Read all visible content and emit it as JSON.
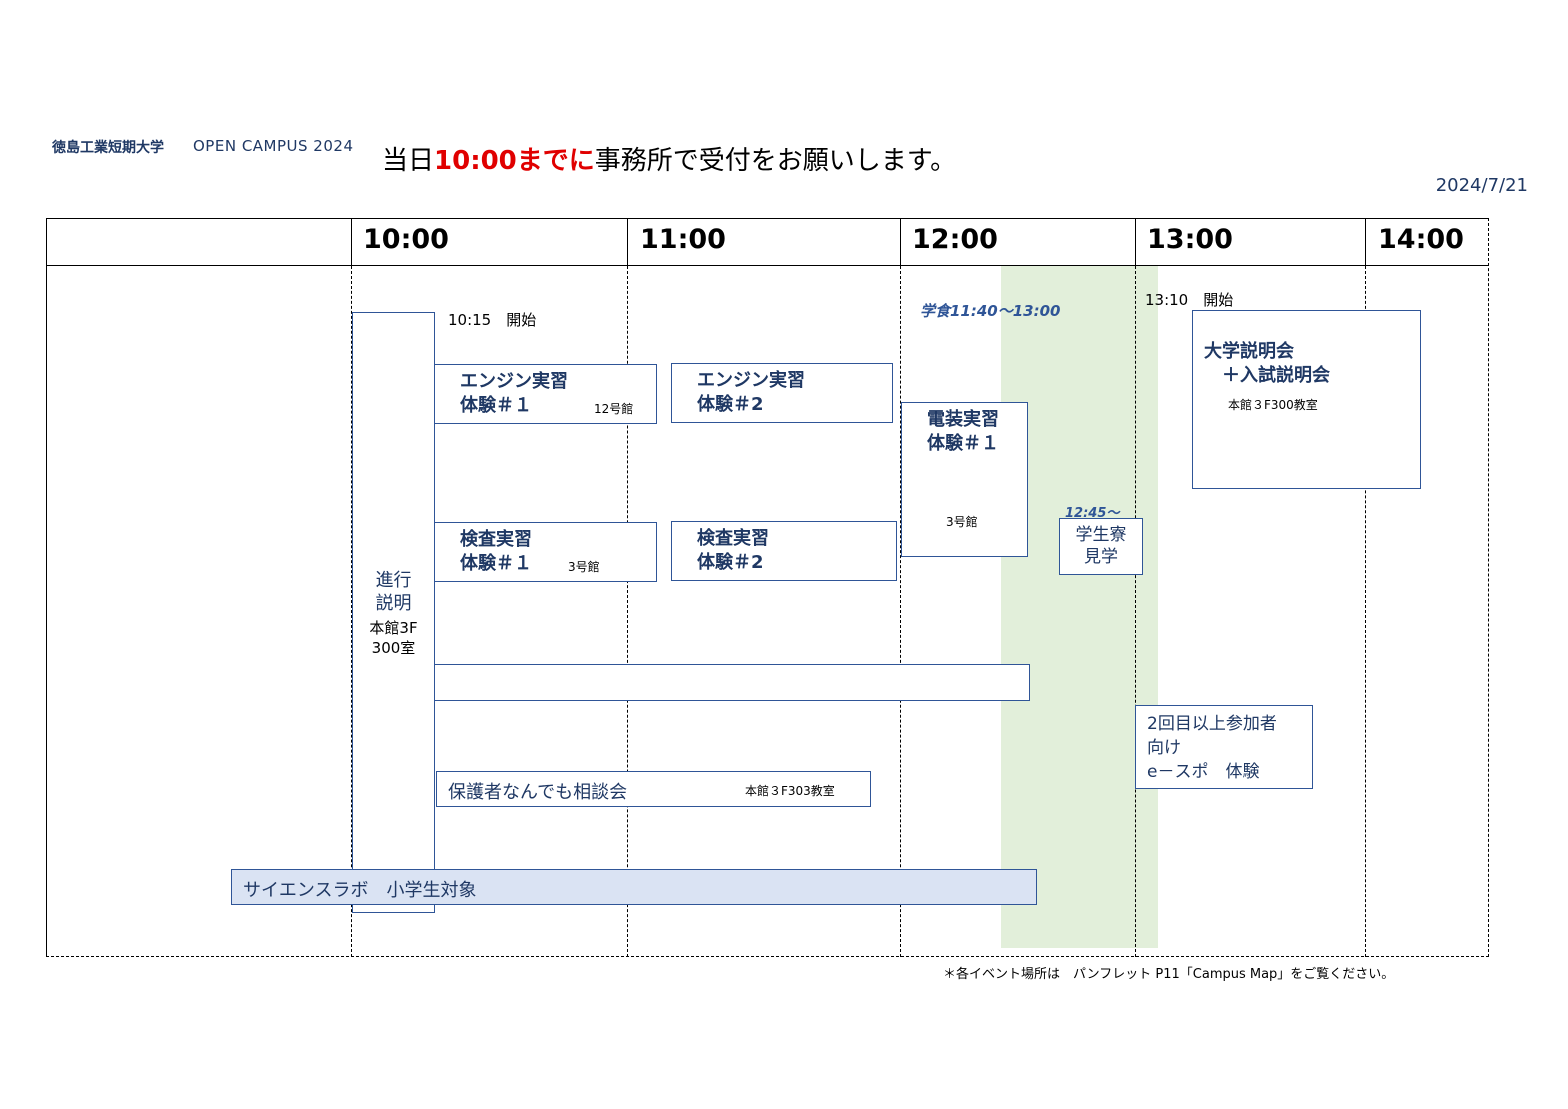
{
  "header": {
    "school": "徳島工業短期大学",
    "open_campus": "OPEN CAMPUS 2024",
    "notice_pre": "当日",
    "notice_emph": "10:00までに",
    "notice_post": "事務所で受付をお願いします。",
    "date": "2024/7/21"
  },
  "timeline": {
    "times": [
      "10:00",
      "11:00",
      "12:00",
      "13:00",
      "14:00"
    ]
  },
  "labels": {
    "start_1015": "10:15　開始",
    "start_1310": "13:10　開始",
    "lunch": "学食11:40～13:00",
    "dorm_time": "12:45～"
  },
  "events": {
    "progress": {
      "title": "進行\n説明",
      "location": "本館3F\n300室"
    },
    "engine1": {
      "title": "エンジン実習\n体験＃１",
      "location": "12号館"
    },
    "engine2": {
      "title": "エンジン実習\n体験＃2"
    },
    "inspect1": {
      "title": "検査実習\n体験＃１",
      "location": "3号館"
    },
    "inspect2": {
      "title": "検査実習\n体験＃2"
    },
    "electric1": {
      "title": "電装実習\n体験＃１",
      "location": "3号館"
    },
    "dorm": {
      "title": "学生寮\n見学"
    },
    "univ": {
      "title": "大学説明会\n　＋入試説明会",
      "location": "本館３F300教室"
    },
    "esports": {
      "title": "2回目以上参加者\n向け\ne－スポ　体験"
    },
    "parents": {
      "title": "保護者なんでも相談会",
      "location": "本館３F303教室"
    },
    "science": {
      "title": "サイエンスラボ　小学生対象"
    }
  },
  "footnote": "＊各イベント場所は　パンフレット P11「Campus Map」をご覧ください。",
  "colors": {
    "navy": "#1f3864",
    "box_border": "#2f5597",
    "emphasis_red": "#e00000",
    "lunch_bg": "#e2efda",
    "science_bg": "#dae3f3"
  }
}
